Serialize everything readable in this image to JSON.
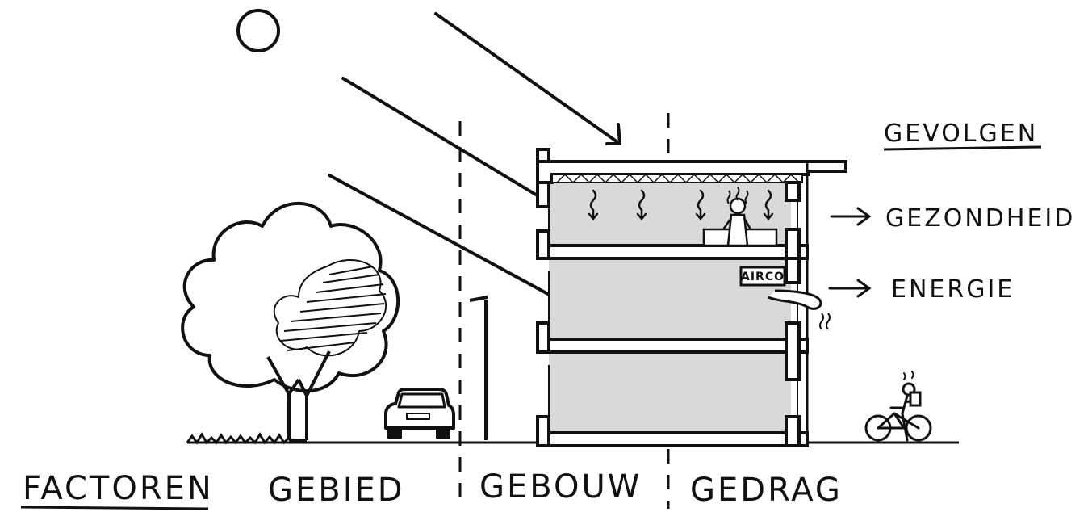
{
  "headings": {
    "gevolgen": "GEVOLGEN",
    "factoren": "FACTOREN"
  },
  "consequences": [
    {
      "label": "GEZONDHEID"
    },
    {
      "label": "ENERGIE"
    }
  ],
  "factors": [
    {
      "label": "GEBIED"
    },
    {
      "label": "GEBOUW"
    },
    {
      "label": "GEDRAG"
    }
  ],
  "airco_label": "AIRCO",
  "colors": {
    "ink": "#111111",
    "floor_fill": "#d9d9d9",
    "tree_shade": "#bfbfbf"
  }
}
